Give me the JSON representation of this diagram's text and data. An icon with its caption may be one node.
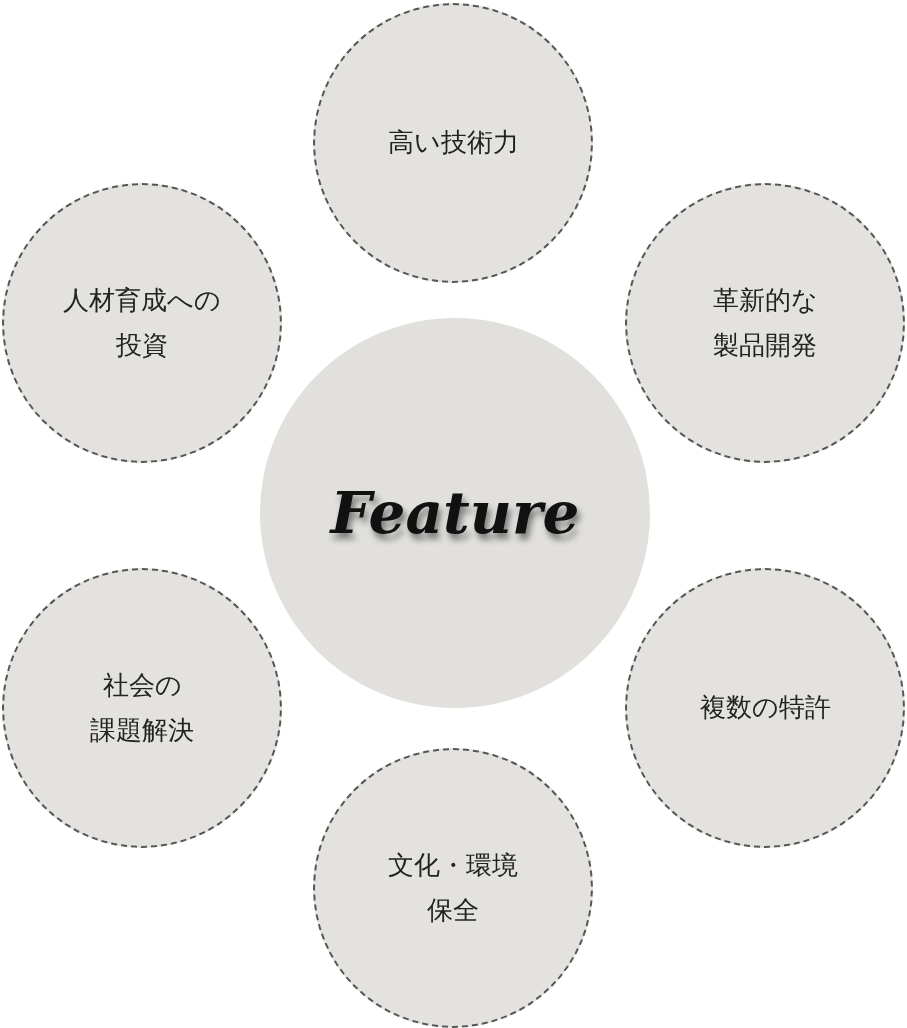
{
  "diagram": {
    "nodes": [
      {
        "text": [
          "高い技術力"
        ]
      },
      {
        "text": [
          "人材育成への投資"
        ]
      },
      {
        "text": [
          "革新的な製品開発"
        ]
      },
      {
        "text": [
          "Feature"
        ]
      },
      {
        "text": [
          "社会の課題解決"
        ]
      },
      {
        "text": [
          "複数の特許"
        ]
      },
      {
        "text": [
          "文化・環境保全"
        ]
      }
    ]
  }
}
